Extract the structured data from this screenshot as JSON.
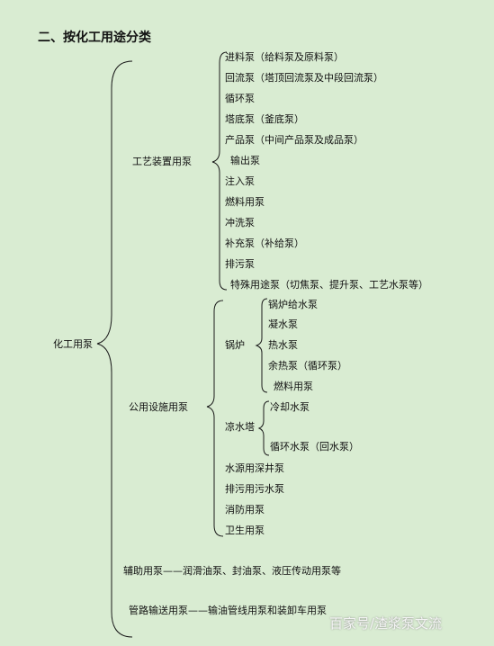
{
  "title": "二、按化工用途分类",
  "root": "化工用泵",
  "process_group": "工艺装置用泵",
  "process_items": [
    "进料泵（给料泵及原料泵）",
    "回流泵（塔顶回流泵及中段回流泵）",
    "循环泵",
    "塔底泵（釜底泵）",
    "产品泵（中间产品泵及成品泵）",
    "输出泵",
    "注入泵",
    "燃料用泵",
    "冲洗泵",
    "补充泵（补给泵）",
    "排污泵",
    "特殊用途泵（切焦泵、提升泵、工艺水泵等）"
  ],
  "utility_group": "公用设施用泵",
  "boiler": {
    "label": "锅炉",
    "items": [
      "锅炉给水泵",
      "凝水泵",
      "热水泵",
      "余热泵（循环泵）",
      "燃料用泵"
    ]
  },
  "cooling_tower": {
    "label": "凉水塔",
    "items": [
      "冷却水泵",
      "循环水泵（回水泵）"
    ]
  },
  "utility_items": [
    "水源用深井泵",
    "排污用污水泵",
    "消防用泵",
    "卫生用泵"
  ],
  "auxiliary": "辅助用泵——润滑油泵、封油泵、液压传动用泵等",
  "pipeline": "管路输送用泵——输油管线用泵和装卸车用泵",
  "watermark": "百家号/渣浆泵文流",
  "colors": {
    "background": "#d9ecd2",
    "line": "#1a1a1a",
    "text": "#111111"
  }
}
